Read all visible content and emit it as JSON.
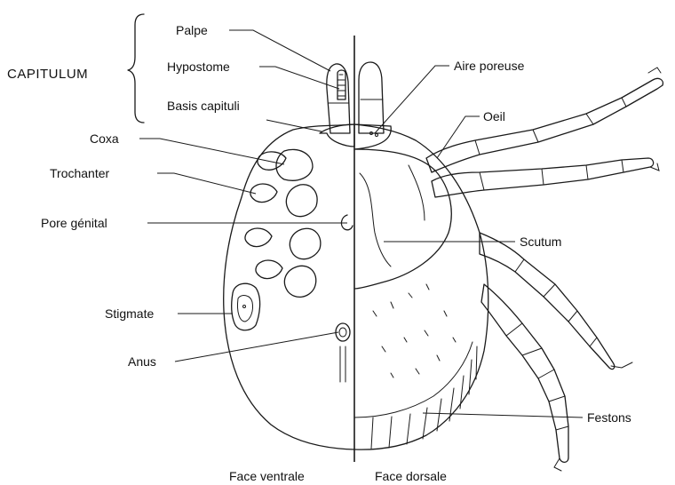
{
  "diagram": {
    "group_label": "CAPITULUM",
    "labels": {
      "palpe": "Palpe",
      "hypostome": "Hypostome",
      "basis_capituli": "Basis capituli",
      "coxa": "Coxa",
      "trochanter": "Trochanter",
      "pore_genital": "Pore génital",
      "stigmate": "Stigmate",
      "anus": "Anus",
      "aire_poreuse": "Aire poreuse",
      "oeil": "Oeil",
      "scutum": "Scutum",
      "festons": "Festons"
    },
    "footer": {
      "ventral": "Face ventrale",
      "dorsal": "Face dorsale"
    }
  }
}
